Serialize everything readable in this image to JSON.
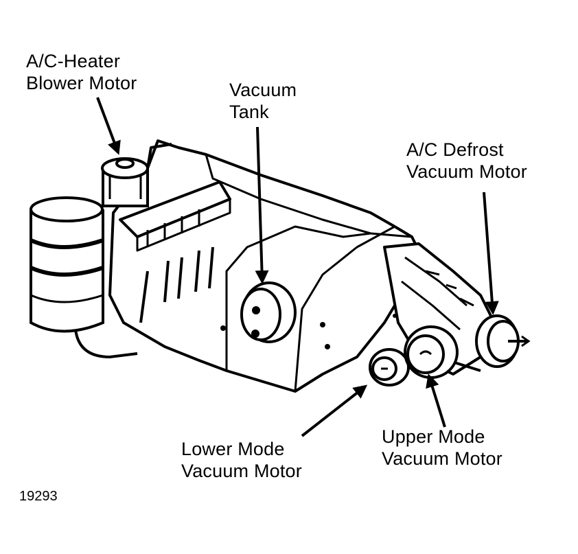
{
  "labels": {
    "blower_line1": "A/C-Heater",
    "blower_line2": "Blower Motor",
    "tank_line1": "Vacuum",
    "tank_line2": "Tank",
    "defrost_line1": "A/C Defrost",
    "defrost_line2": "Vacuum Motor",
    "lower_line1": "Lower Mode",
    "lower_line2": "Vacuum Motor",
    "upper_line1": "Upper Mode",
    "upper_line2": "Vacuum Motor"
  },
  "figure_number": "19293",
  "colors": {
    "ink": "#000000",
    "paper": "#ffffff"
  }
}
